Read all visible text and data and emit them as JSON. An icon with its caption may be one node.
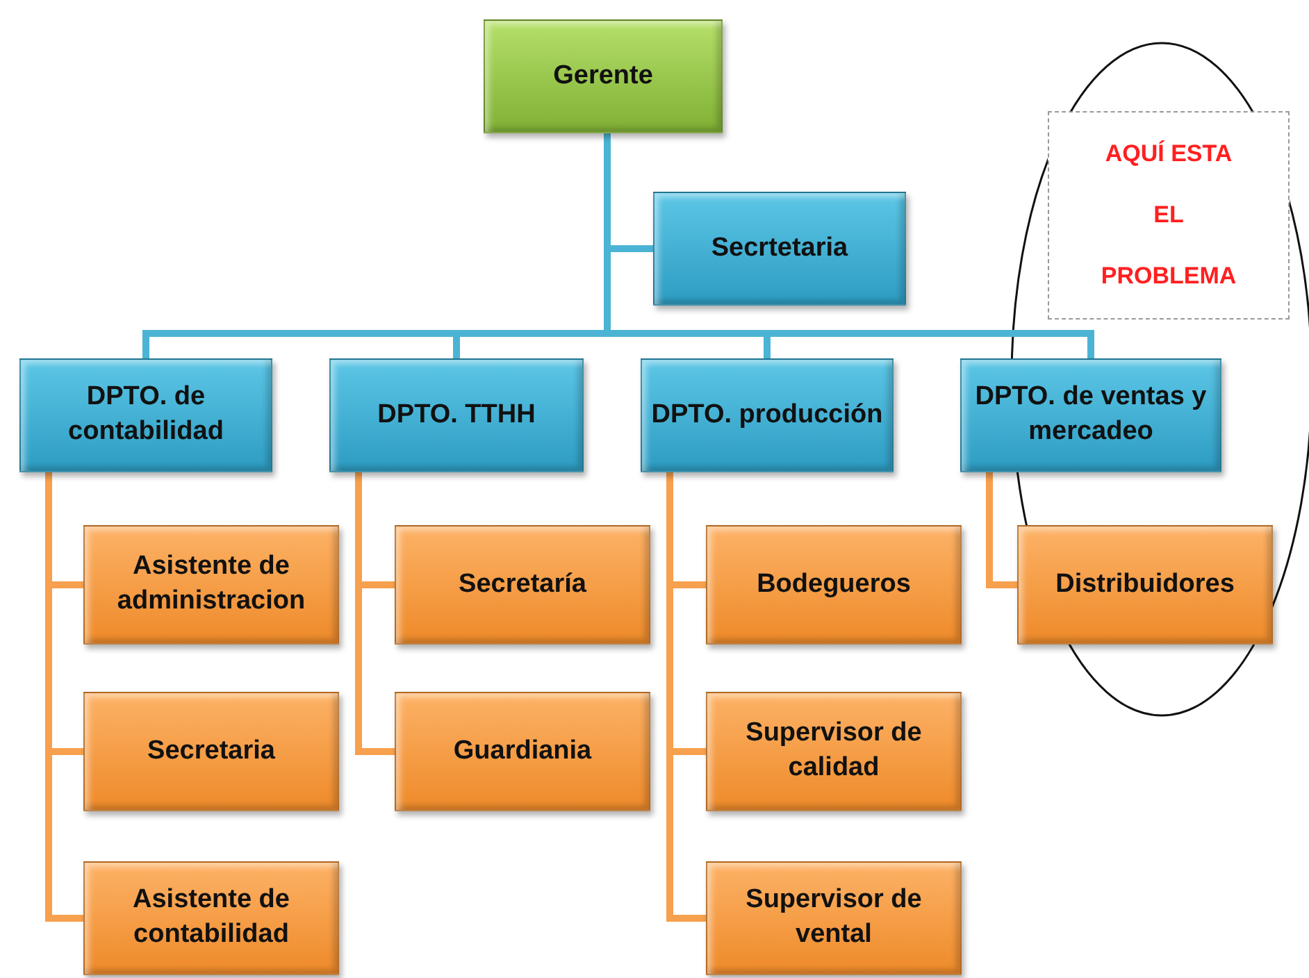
{
  "diagram": {
    "nodes": [
      {
        "text": [
          "Gerente"
        ]
      },
      {
        "text": [
          "Secrtetaria"
        ]
      },
      {
        "text": [
          "AQUÍ ESTA EL PROBLEMA"
        ]
      },
      {
        "text": [
          "DPTO. de contabilidad"
        ]
      },
      {
        "text": [
          "DPTO.  TTHH"
        ]
      },
      {
        "text": [
          "DPTO. producción"
        ]
      },
      {
        "text": [
          "DPTO. de ventas y mercadeo"
        ]
      },
      {
        "text": [
          "Asistente de administracion"
        ]
      },
      {
        "text": [
          "Secretaria"
        ]
      },
      {
        "text": [
          "Asistente de contabilidad"
        ]
      },
      {
        "text": [
          "Secretaría"
        ]
      },
      {
        "text": [
          "Guardiania"
        ]
      },
      {
        "text": [
          "Bodegueros"
        ]
      },
      {
        "text": [
          "Supervisor de calidad"
        ]
      },
      {
        "text": [
          "Supervisor de vental"
        ]
      },
      {
        "text": [
          "Distribuidores"
        ]
      }
    ],
    "edges": [
      {
        "from": 0,
        "to": 1,
        "arrow": "none",
        "color": "#4bb4d4"
      },
      {
        "from": 0,
        "to": 3,
        "arrow": "none",
        "color": "#4bb4d4"
      },
      {
        "from": 0,
        "to": 4,
        "arrow": "none",
        "color": "#4bb4d4"
      },
      {
        "from": 0,
        "to": 5,
        "arrow": "none",
        "color": "#4bb4d4"
      },
      {
        "from": 0,
        "to": 6,
        "arrow": "none",
        "color": "#4bb4d4"
      },
      {
        "from": 3,
        "to": 7,
        "arrow": "none"
      },
      {
        "from": 3,
        "to": 8,
        "arrow": "none"
      },
      {
        "from": 3,
        "to": 9,
        "arrow": "none"
      },
      {
        "from": 4,
        "to": 10,
        "arrow": "none"
      },
      {
        "from": 4,
        "to": 11,
        "arrow": "none"
      },
      {
        "from": 5,
        "to": 12,
        "arrow": "none"
      },
      {
        "from": 5,
        "to": 13,
        "arrow": "none"
      },
      {
        "from": 5,
        "to": 14,
        "arrow": "none"
      },
      {
        "from": 6,
        "to": 15,
        "arrow": "none"
      }
    ]
  }
}
